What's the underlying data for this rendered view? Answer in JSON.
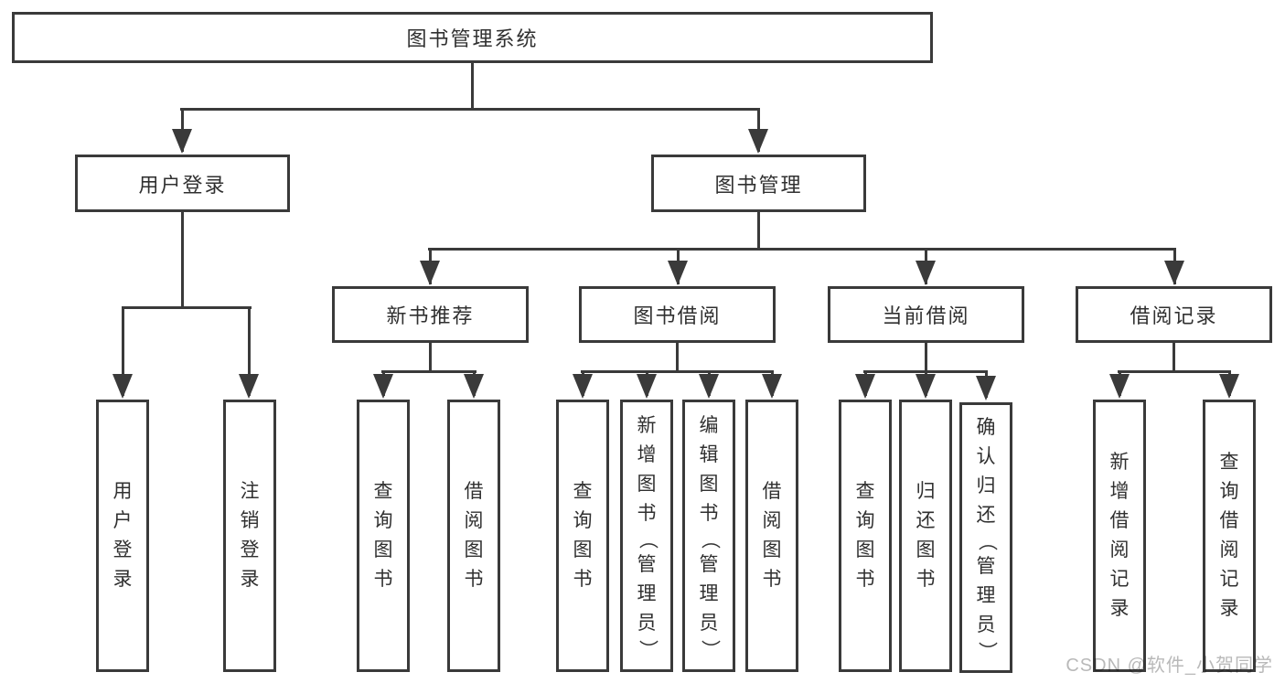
{
  "watermark": "CSDN @软件_小贺同学",
  "colors": {
    "line": "#3a3a3a",
    "text": "#303030",
    "box_background": "#ffffff",
    "watermark": "#b9b9b9"
  },
  "tree": {
    "label": "图书管理系统",
    "children": [
      {
        "label": "用户登录",
        "children": [
          {
            "label": "用户登录"
          },
          {
            "label": "注销登录"
          }
        ]
      },
      {
        "label": "图书管理",
        "children": [
          {
            "label": "新书推荐",
            "children": [
              {
                "label": "查询图书"
              },
              {
                "label": "借阅图书"
              }
            ]
          },
          {
            "label": "图书借阅",
            "children": [
              {
                "label": "查询图书"
              },
              {
                "label": "新增图书（管理员）"
              },
              {
                "label": "编辑图书（管理员）"
              },
              {
                "label": "借阅图书"
              }
            ]
          },
          {
            "label": "当前借阅",
            "children": [
              {
                "label": "查询图书"
              },
              {
                "label": "归还图书"
              },
              {
                "label": "确认归还（管理员）"
              }
            ]
          },
          {
            "label": "借阅记录",
            "children": [
              {
                "label": "新增借阅记录"
              },
              {
                "label": "查询借阅记录"
              }
            ]
          }
        ]
      }
    ]
  }
}
